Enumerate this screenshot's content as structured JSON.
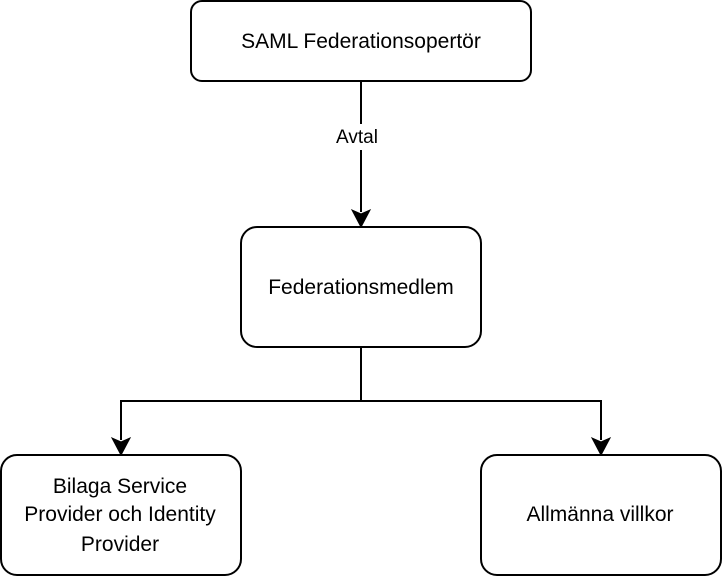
{
  "diagram": {
    "nodes": {
      "operator": {
        "lines": [
          "SAML Federationsopertör"
        ]
      },
      "member": {
        "lines": [
          "Federationsmedlem"
        ]
      },
      "appendix": {
        "lines": [
          "Bilaga Service",
          "Provider och Identity",
          "Provider"
        ]
      },
      "terms": {
        "lines": [
          "Allmänna villkor"
        ]
      }
    },
    "edges": {
      "operator_to_member": {
        "label": "Avtal"
      }
    }
  }
}
